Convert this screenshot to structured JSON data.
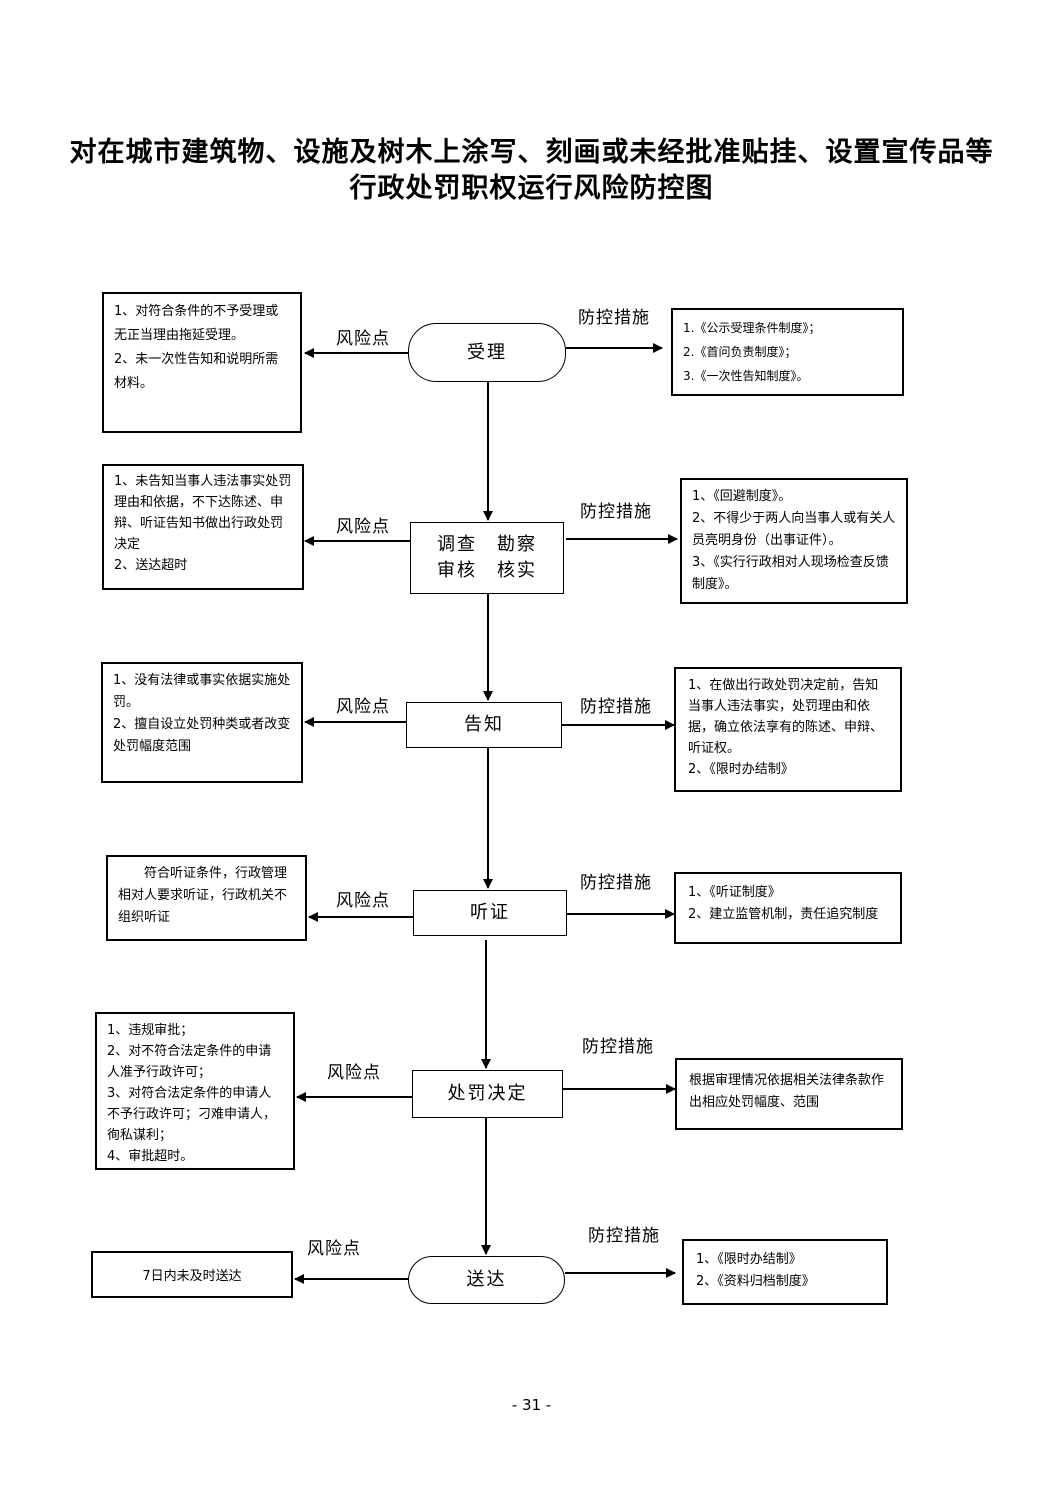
{
  "title": {
    "line1": "对在城市建筑物、设施及树木上涂写、刻画或未经批准贴挂、设置宣传品等",
    "line2": "行政处罚职权运行风险防控图"
  },
  "labels": {
    "risk": "风险点",
    "measure": "防控措施"
  },
  "steps": [
    {
      "id": "accept",
      "lines": [
        "受理"
      ]
    },
    {
      "id": "investigate",
      "lines": [
        "调查　勘察",
        "审核　核实"
      ]
    },
    {
      "id": "notify",
      "lines": [
        "告知"
      ]
    },
    {
      "id": "hearing",
      "lines": [
        "听证"
      ]
    },
    {
      "id": "decision",
      "lines": [
        "处罚决定"
      ]
    },
    {
      "id": "deliver",
      "lines": [
        "送达"
      ]
    }
  ],
  "risks": [
    [
      "1、对符合条件的不予受理或无正当理由拖延受理。",
      "2、未一次性告知和说明所需材料。"
    ],
    [
      "1、未告知当事人违法事实处罚理由和依据，不下达陈述、申辩、听证告知书做出行政处罚决定",
      "2、送达超时"
    ],
    [
      "1、没有法律或事实依据实施处罚。",
      "2、擅自设立处罚种类或者改变处罚幅度范围"
    ],
    [
      "　　符合听证条件，行政管理相对人要求听证，行政机关不组织听证"
    ],
    [
      "1、违规审批；",
      "2、对不符合法定条件的申请人准予行政许可；",
      "3、对符合法定条件的申请人不予行政许可；刁难申请人，徇私谋利；",
      "4、审批超时。"
    ],
    [
      "7日内未及时送达"
    ]
  ],
  "measures": [
    [
      "1.《公示受理条件制度》；",
      "2.《首问负责制度》；",
      "3.《一次性告知制度》。"
    ],
    [
      "1、《回避制度》。",
      "2、不得少于两人向当事人或有关人员亮明身份（出事证件）。",
      "3、《实行行政相对人现场检查反馈制度》。"
    ],
    [
      "1、在做出行政处罚决定前，告知当事人违法事实，处罚理由和依据，确立依法享有的陈述、申辩、听证权。",
      "2、《限时办结制》"
    ],
    [
      "1、《听证制度》",
      "2、建立监管机制，责任追究制度"
    ],
    [
      "根据审理情况依据相关法律条款作出相应处罚幅度、范围"
    ],
    [
      "1、《限时办结制》",
      "2、《资料归档制度》"
    ]
  ],
  "page_number": "- 31 -"
}
